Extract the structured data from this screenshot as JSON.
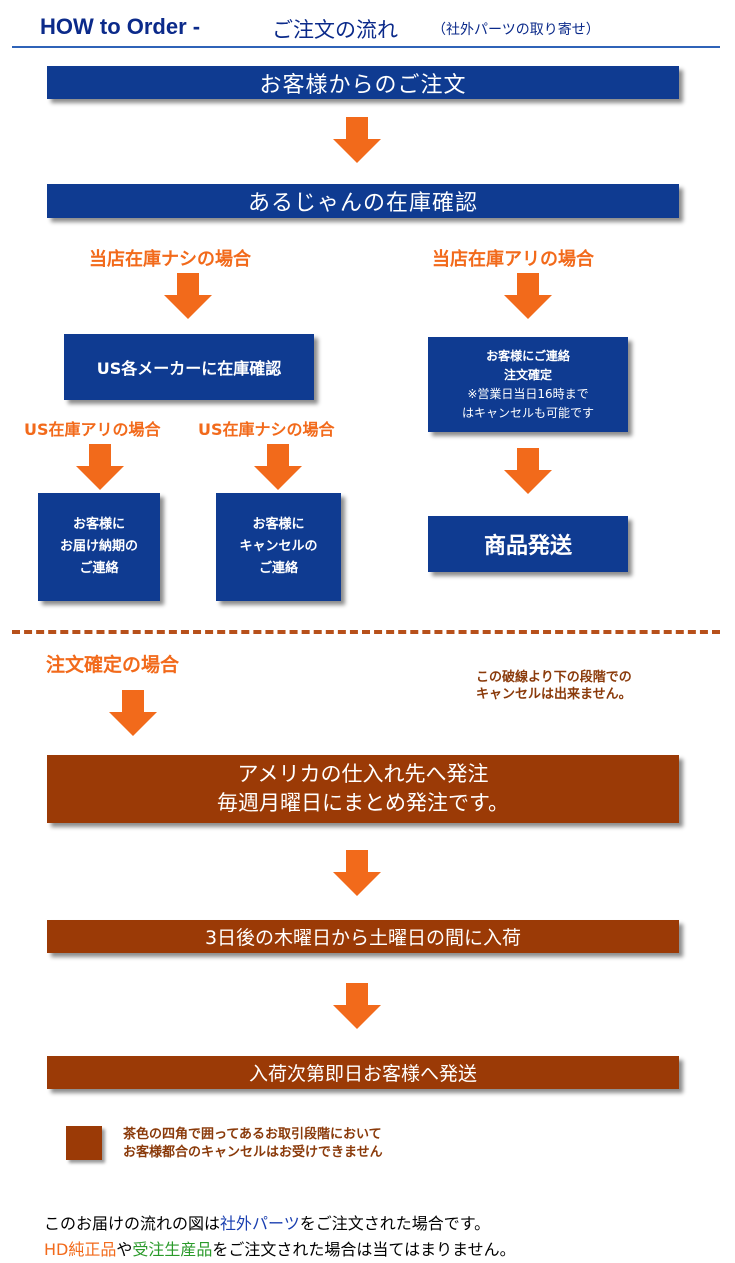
{
  "header": {
    "title_en": "HOW to Order -",
    "title_jp": "ご注文の流れ",
    "subtitle": "（社外パーツの取り寄せ）"
  },
  "steps": {
    "order": "お客様からのご注文",
    "stock_check": "あるじゃんの在庫確認"
  },
  "branches": {
    "no_stock": "当店在庫ナシの場合",
    "in_stock": "当店在庫アリの場合",
    "us_check": "US各メーカーに在庫確認",
    "us_in_stock": "US在庫アリの場合",
    "us_no_stock": "US在庫ナシの場合",
    "notify_delivery": [
      "お客様に",
      "お届け納期の",
      "ご連絡"
    ],
    "notify_cancel": [
      "お客様に",
      "キャンセルの",
      "ご連絡"
    ],
    "contact_confirm": [
      "お客様にご連絡",
      "注文確定",
      "※営業日当日16時まで",
      "はキャンセルも可能です"
    ],
    "ship_product": "商品発送"
  },
  "lower": {
    "confirmed": "注文確定の場合",
    "cancel_note": [
      "この破線より下の段階での",
      "キャンセルは出来ません。"
    ],
    "us_order": [
      "アメリカの仕入れ先へ発注",
      "毎週月曜日にまとめ発注です。"
    ],
    "arrival": "3日後の木曜日から土曜日の間に入荷",
    "ship_same_day": "入荷次第即日お客様へ発送"
  },
  "legend": {
    "text": [
      "茶色の四角で囲ってあるお取引段階において",
      "お客様都合のキャンセルはお受けできません"
    ],
    "color": "#9b3a06"
  },
  "footer": {
    "line1_a": "このお届けの流れの図は",
    "line1_b": "社外パーツ",
    "line1_c": "をご注文された場合です。",
    "line2_a": "HD純正品",
    "line2_b": "や",
    "line2_c": "受注生産品",
    "line2_d": "をご注文された場合は当てはまりません。"
  },
  "colors": {
    "blue_box": "#0f3b91",
    "brown_box": "#9b3a06",
    "arrow": "#f26a1b"
  }
}
